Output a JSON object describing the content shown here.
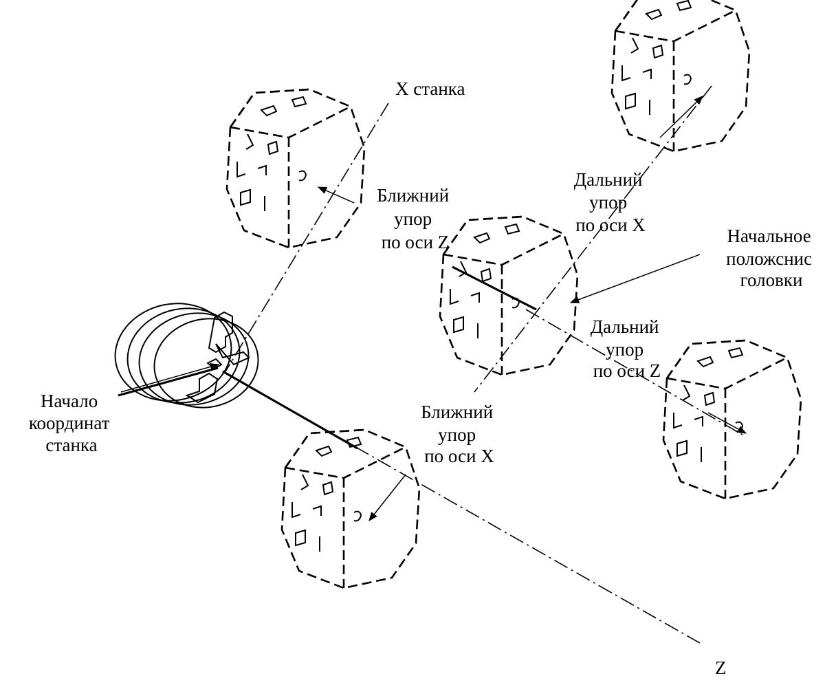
{
  "labels": {
    "x_axis": "X станка",
    "z_axis": "Z",
    "near_z": [
      "Ближний",
      "упор",
      "по оси Z"
    ],
    "far_x": [
      "Дальний",
      "упор",
      "по оси X"
    ],
    "home": [
      "Начальное",
      "положснис",
      "головки"
    ],
    "far_z": [
      "Дальний",
      "упор",
      "по оси Z"
    ],
    "near_x": [
      "Ближний",
      "упор",
      "по оси X"
    ],
    "origin": [
      "Начало",
      "координат",
      "станка"
    ]
  },
  "turret_positions": [
    "near-z-stop",
    "far-x-stop",
    "home",
    "far-z-stop",
    "near-x-stop"
  ]
}
